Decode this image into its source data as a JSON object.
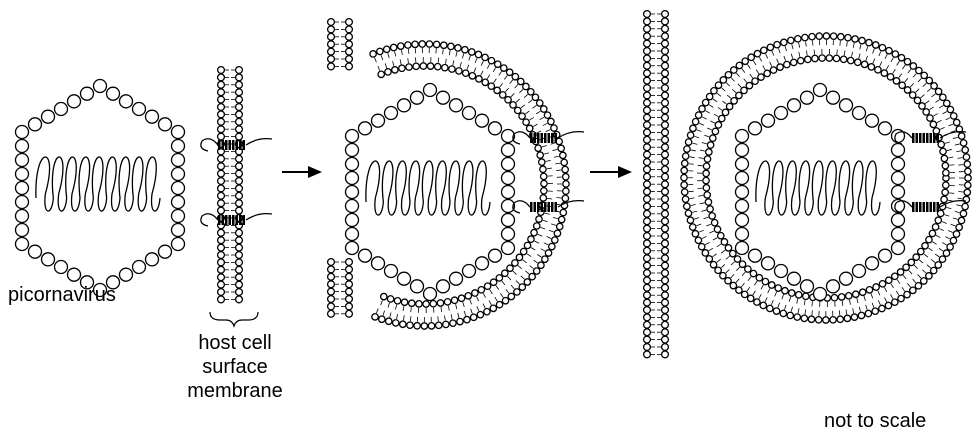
{
  "labels": {
    "virus": "picornavirus",
    "host_line1": "host cell",
    "host_line2": "surface",
    "host_line3": "membrane",
    "scale_note": "not to scale"
  },
  "colors": {
    "ink": "#000000",
    "paper": "#ffffff"
  }
}
